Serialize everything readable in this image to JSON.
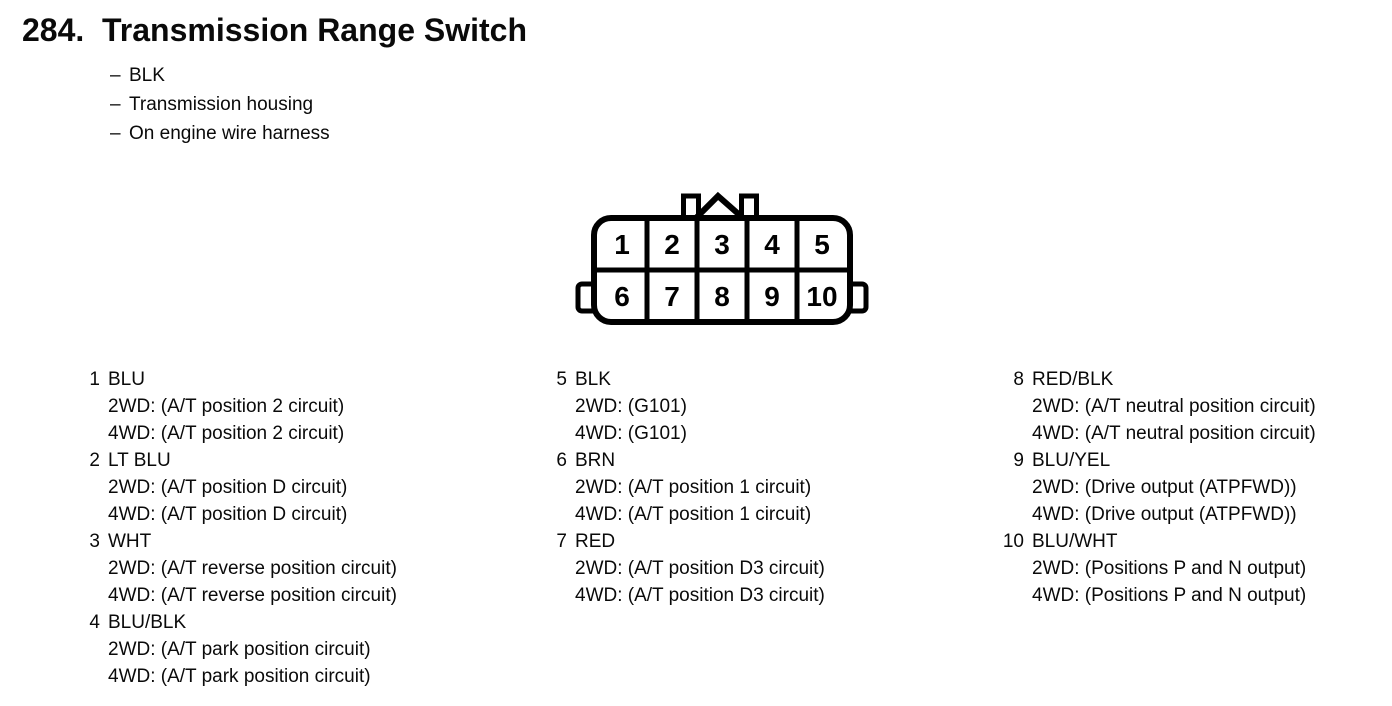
{
  "header": {
    "number": "284.",
    "title": "Transmission Range Switch"
  },
  "notes": {
    "bullet": "–",
    "items": [
      "BLK",
      "Transmission housing",
      "On engine wire harness"
    ]
  },
  "connector": {
    "rows": [
      [
        "1",
        "2",
        "3",
        "4",
        "5"
      ],
      [
        "6",
        "7",
        "8",
        "9",
        "10"
      ]
    ]
  },
  "pin_columns": [
    [
      {
        "num": "1",
        "color": "BLU",
        "lines": [
          "2WD: (A/T position 2 circuit)",
          "4WD: (A/T position 2 circuit)"
        ]
      },
      {
        "num": "2",
        "color": "LT BLU",
        "lines": [
          "2WD: (A/T position D circuit)",
          "4WD: (A/T position D circuit)"
        ]
      },
      {
        "num": "3",
        "color": "WHT",
        "lines": [
          "2WD: (A/T reverse position circuit)",
          "4WD: (A/T reverse position circuit)"
        ]
      },
      {
        "num": "4",
        "color": "BLU/BLK",
        "lines": [
          "2WD: (A/T park position circuit)",
          "4WD: (A/T park position circuit)"
        ]
      }
    ],
    [
      {
        "num": "5",
        "color": "BLK",
        "lines": [
          "2WD: (G101)",
          "4WD: (G101)"
        ]
      },
      {
        "num": "6",
        "color": "BRN",
        "lines": [
          "2WD: (A/T position 1 circuit)",
          "4WD: (A/T position 1 circuit)"
        ]
      },
      {
        "num": "7",
        "color": "RED",
        "lines": [
          "2WD: (A/T position D3 circuit)",
          "4WD: (A/T position D3 circuit)"
        ]
      }
    ],
    [
      {
        "num": "8",
        "color": "RED/BLK",
        "lines": [
          "2WD: (A/T neutral position circuit)",
          "4WD: (A/T neutral position circuit)"
        ]
      },
      {
        "num": "9",
        "color": "BLU/YEL",
        "lines": [
          "2WD: (Drive output (ATPFWD))",
          "4WD: (Drive output (ATPFWD))"
        ]
      },
      {
        "num": "10",
        "color": "BLU/WHT",
        "lines": [
          "2WD: (Positions P and N output)",
          "4WD: (Positions P and N output)"
        ]
      }
    ]
  ],
  "colors": {
    "ink": "#000000",
    "paper": "#ffffff"
  }
}
